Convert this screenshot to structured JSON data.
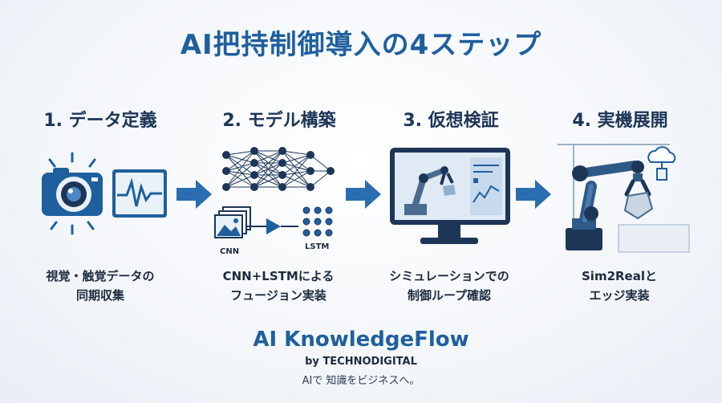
{
  "title": "AI把持制御導入の4ステップ",
  "steps": [
    {
      "title": "1. データ定義",
      "caption_lines": [
        "視覚・触覚データの",
        "同期収集"
      ]
    },
    {
      "title": "2. モデル構築",
      "caption_lines": [
        "CNN+LSTMによる",
        "フュージョン実装"
      ],
      "labels": {
        "cnn": "CNN",
        "lstm": "LSTM"
      }
    },
    {
      "title": "3. 仮想検証",
      "caption_lines": [
        "シミュレーションでの",
        "制御ループ確認"
      ]
    },
    {
      "title": "4. 実機展開",
      "caption_lines": [
        "Sim2Realと",
        "エッジ実装"
      ]
    }
  ],
  "icons": [
    "camera-icon",
    "waveform-icon",
    "neural-network-icon",
    "monitor-icon",
    "robot-arm-icon",
    "cloud-icon"
  ],
  "brand": {
    "name": "AI KnowledgeFlow",
    "by": "by TECHNODIGITAL",
    "tagline": "AIで 知識をビジネスへ。"
  },
  "colors": {
    "primary": "#1f5f9e",
    "arrow": "#2a6db0",
    "dark": "#1d3557"
  }
}
